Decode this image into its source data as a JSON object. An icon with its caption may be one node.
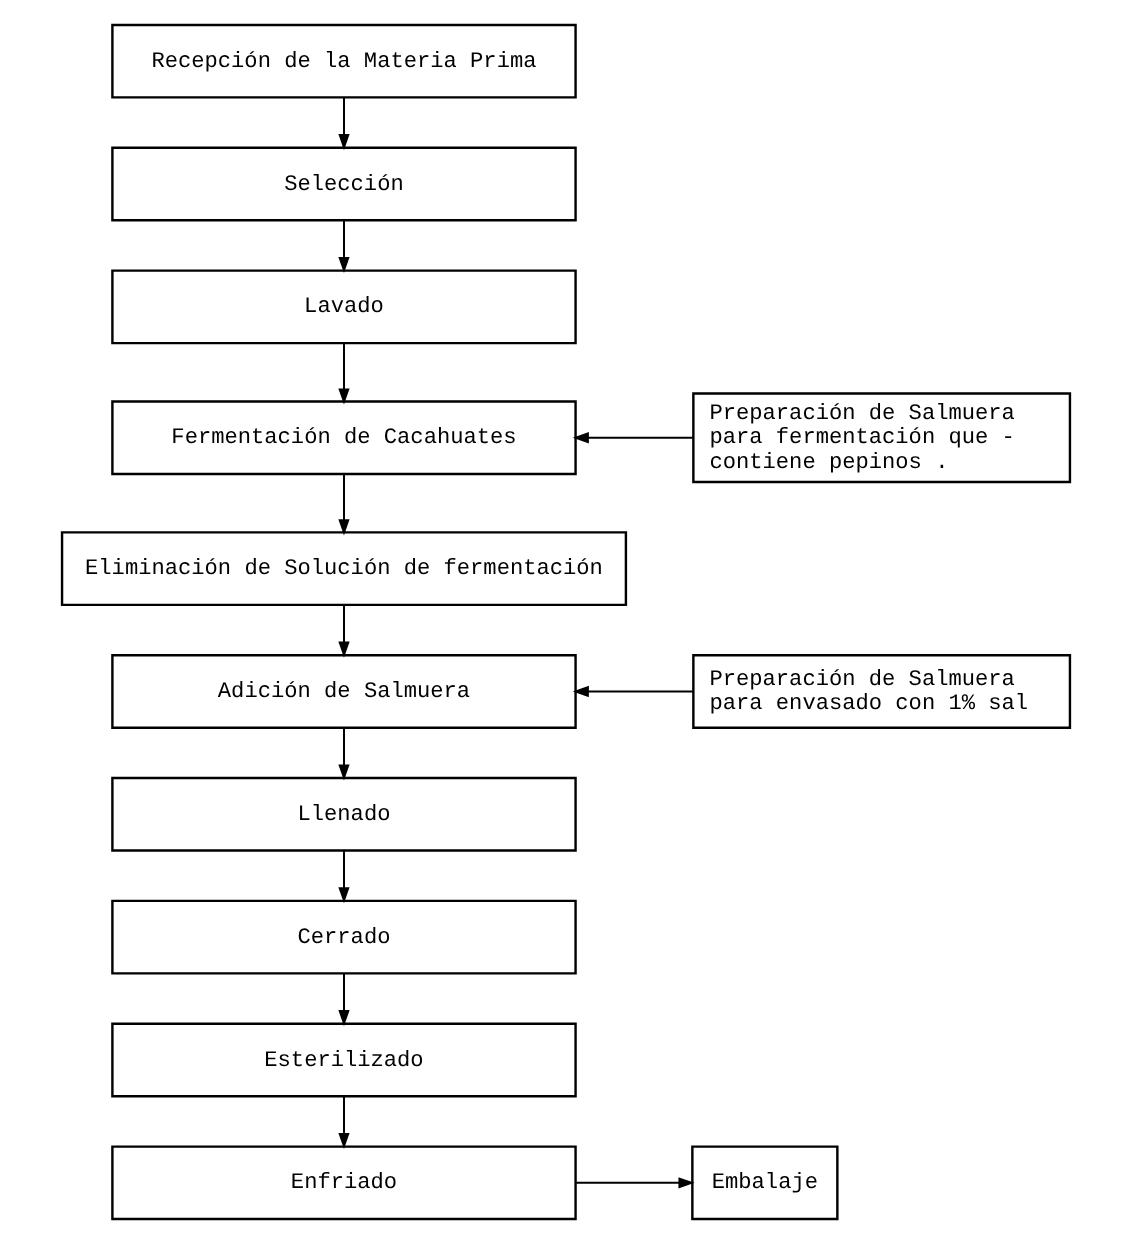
{
  "diagram": {
    "nodes": [
      {
        "text": [
          "Recepción de la Materia Prima"
        ]
      },
      {
        "text": [
          "Selección"
        ]
      },
      {
        "text": [
          "Lavado"
        ]
      },
      {
        "text": [
          "Preparación de Salmuera para fermentación que - contiene pepinos ."
        ]
      },
      {
        "text": [
          "Fermentación de Cacahuates"
        ]
      },
      {
        "text": [
          "Eliminación de Solución de fermentación"
        ]
      },
      {
        "text": [
          "Preparación de Salmuera para envasado con 1% sal"
        ]
      },
      {
        "text": [
          "Adición de Salmuera"
        ]
      },
      {
        "text": [
          "Llenado"
        ]
      },
      {
        "text": [
          "Cerrado"
        ]
      },
      {
        "text": [
          "Esterilizado"
        ]
      },
      {
        "text": [
          "Enfriado"
        ]
      },
      {
        "text": [
          "Embalaje"
        ]
      }
    ],
    "edges": [
      {
        "from": 0,
        "to": 1,
        "arrow": "to"
      },
      {
        "from": 1,
        "to": 2,
        "arrow": "to"
      },
      {
        "from": 2,
        "to": 4,
        "arrow": "to"
      },
      {
        "from": 3,
        "to": 4,
        "arrow": "to"
      },
      {
        "from": 4,
        "to": 5,
        "arrow": "to"
      },
      {
        "from": 5,
        "to": 7,
        "arrow": "to"
      },
      {
        "from": 6,
        "to": 7,
        "arrow": "to"
      },
      {
        "from": 7,
        "to": 8,
        "arrow": "to"
      },
      {
        "from": 8,
        "to": 9,
        "arrow": "to"
      },
      {
        "from": 9,
        "to": 10,
        "arrow": "to"
      },
      {
        "from": 10,
        "to": 11,
        "arrow": "to"
      },
      {
        "from": 11,
        "to": 12,
        "arrow": "to"
      }
    ]
  }
}
